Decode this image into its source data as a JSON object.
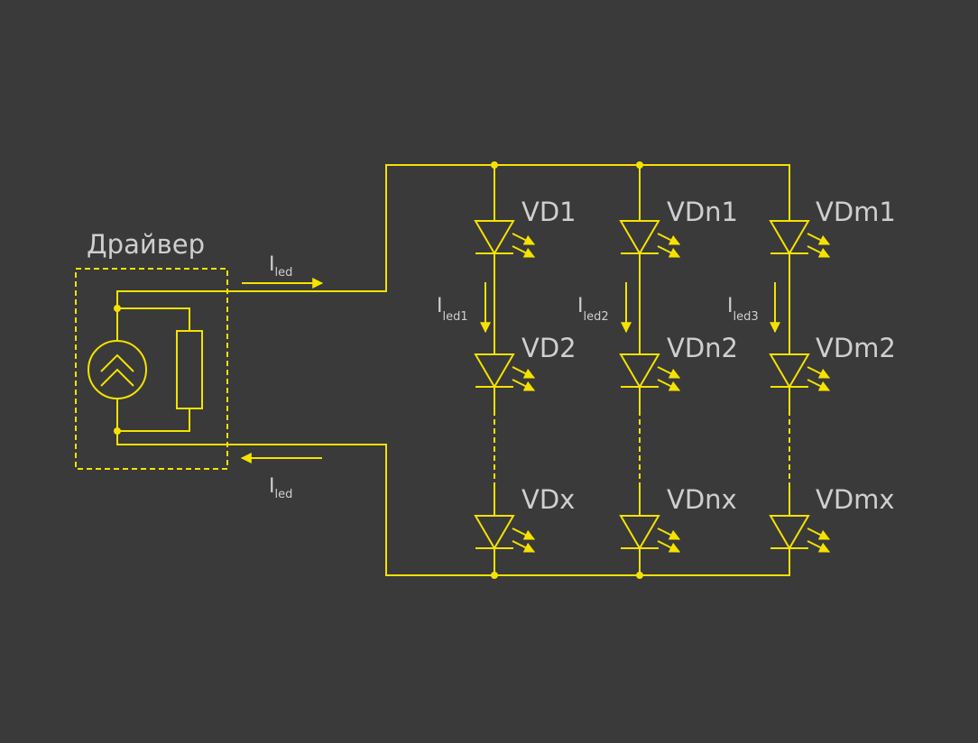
{
  "driver": {
    "title": "Драйвер"
  },
  "currents": {
    "main_symbol": "I",
    "main_sub": "led",
    "branch": [
      {
        "symbol": "I",
        "sub": "led1"
      },
      {
        "symbol": "I",
        "sub": "led2"
      },
      {
        "symbol": "I",
        "sub": "led3"
      }
    ]
  },
  "leds": {
    "col1": [
      "VD1",
      "VD2",
      "VDx"
    ],
    "col2": [
      "VDn1",
      "VDn2",
      "VDnx"
    ],
    "col3": [
      "VDm1",
      "VDm2",
      "VDmx"
    ]
  },
  "colors": {
    "wire": "#f5e200",
    "background": "#3a3a3a",
    "text": "#cfcfcf"
  },
  "icons": [
    "current-source-icon",
    "resistor-icon",
    "led-icon",
    "arrow-icon"
  ]
}
